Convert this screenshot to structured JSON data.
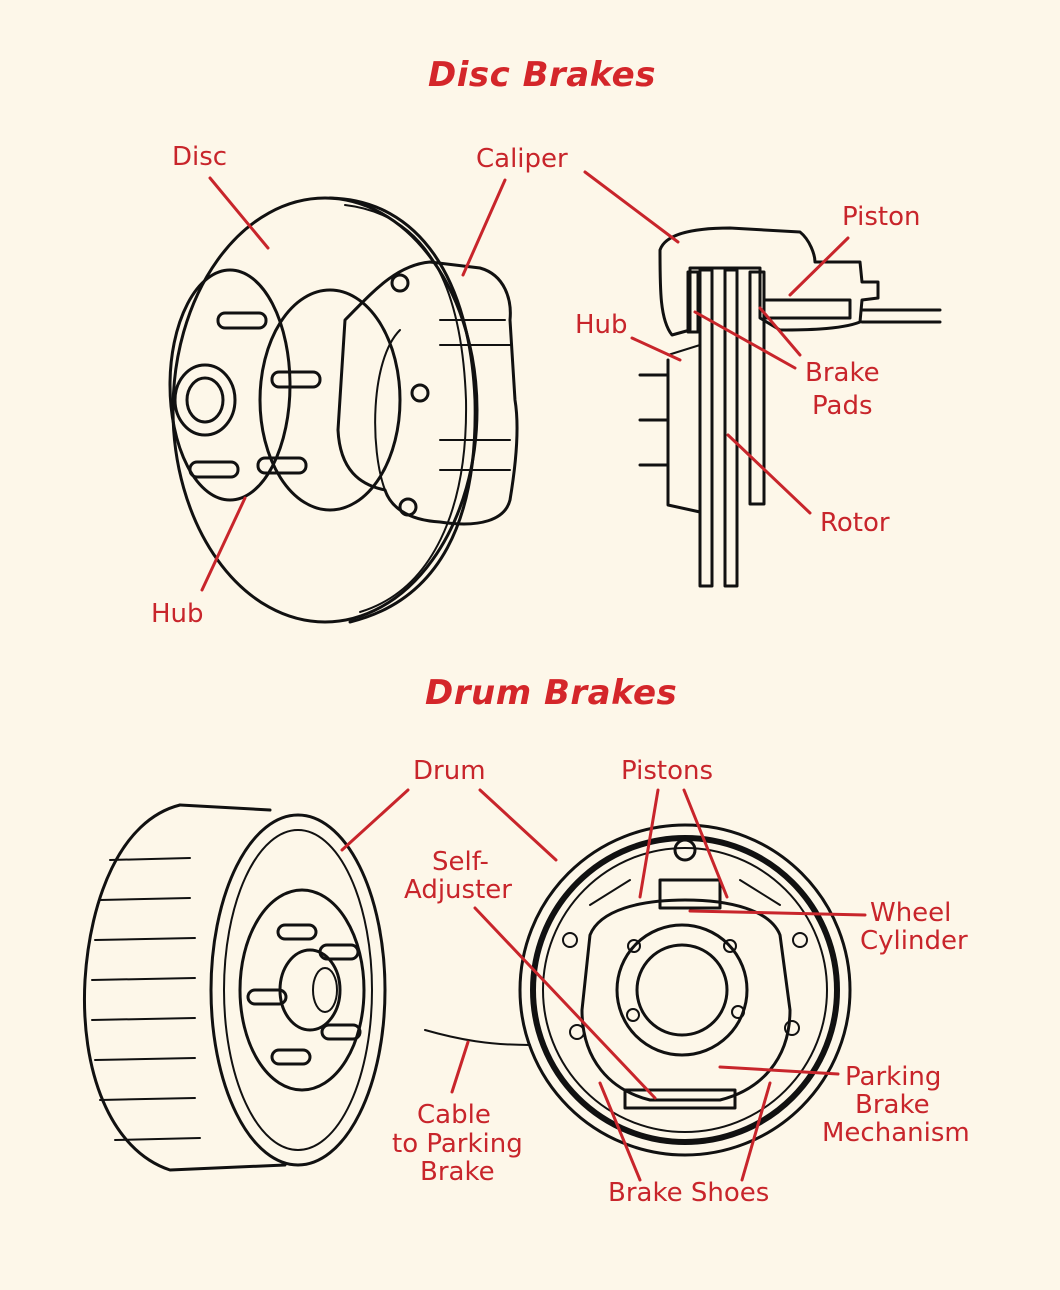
{
  "disc_section": {
    "title": "Disc Brakes",
    "labels": {
      "disc": "Disc",
      "caliper": "Caliper",
      "hub_left": "Hub",
      "piston": "Piston",
      "hub_right": "Hub",
      "brake_pads_line1": "Brake",
      "brake_pads_line2": "Pads",
      "rotor": "Rotor"
    }
  },
  "drum_section": {
    "title": "Drum Brakes",
    "labels": {
      "drum": "Drum",
      "pistons": "Pistons",
      "self_adjuster_line1": "Self-",
      "self_adjuster_line2": "Adjuster",
      "wheel_cylinder_line1": "Wheel",
      "wheel_cylinder_line2": "Cylinder",
      "cable_line1": "Cable",
      "cable_line2": "to Parking",
      "cable_line3": "Brake",
      "parking_mech_line1": "Parking",
      "parking_mech_line2": "Brake",
      "parking_mech_line3": "Mechanism",
      "brake_shoes": "Brake Shoes"
    }
  },
  "colors": {
    "background": "#fdf7e9",
    "label": "#c8252b",
    "ink": "#111111"
  }
}
